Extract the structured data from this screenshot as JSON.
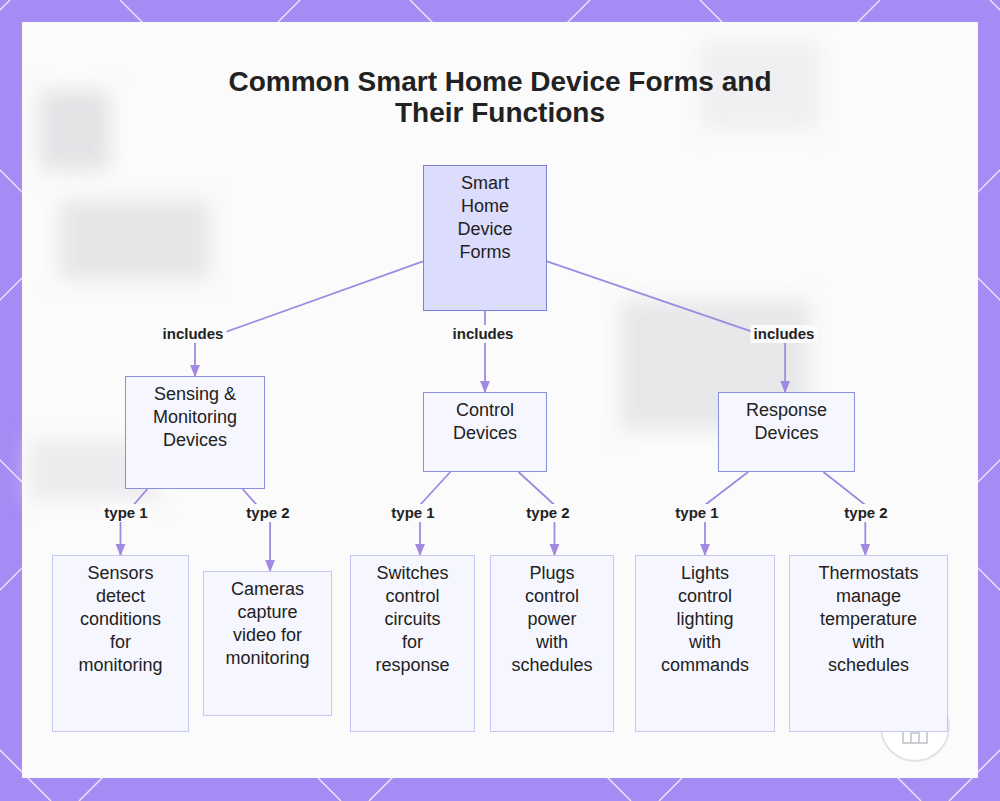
{
  "diagram": {
    "title": "Common Smart Home Device Forms and Their Functions",
    "nodes": [
      {
        "text": [
          "Smart Home Device Forms"
        ]
      },
      {
        "text": [
          "Sensing & Monitoring Devices"
        ]
      },
      {
        "text": [
          "Control Devices"
        ]
      },
      {
        "text": [
          "Response Devices"
        ]
      },
      {
        "text": [
          "Sensors detect conditions for monitoring"
        ]
      },
      {
        "text": [
          "Cameras capture video for monitoring"
        ]
      },
      {
        "text": [
          "Switches control circuits for response"
        ]
      },
      {
        "text": [
          "Plugs control power with schedules"
        ]
      },
      {
        "text": [
          "Lights control lighting with commands"
        ]
      },
      {
        "text": [
          "Thermostats manage temperature with schedules"
        ]
      }
    ],
    "edges": [
      {
        "from": 0,
        "to": 1,
        "label": "includes",
        "arrow": "to"
      },
      {
        "from": 0,
        "to": 2,
        "label": "includes",
        "arrow": "to"
      },
      {
        "from": 0,
        "to": 3,
        "label": "includes",
        "arrow": "to"
      },
      {
        "from": 1,
        "to": 4,
        "label": "type 1",
        "arrow": "to"
      },
      {
        "from": 1,
        "to": 5,
        "label": "type 2",
        "arrow": "to"
      },
      {
        "from": 2,
        "to": 6,
        "label": "type 1",
        "arrow": "to"
      },
      {
        "from": 2,
        "to": 7,
        "label": "type 2",
        "arrow": "to"
      },
      {
        "from": 3,
        "to": 8,
        "label": "type 1",
        "arrow": "to"
      },
      {
        "from": 3,
        "to": 9,
        "label": "type 2",
        "arrow": "to"
      }
    ]
  }
}
